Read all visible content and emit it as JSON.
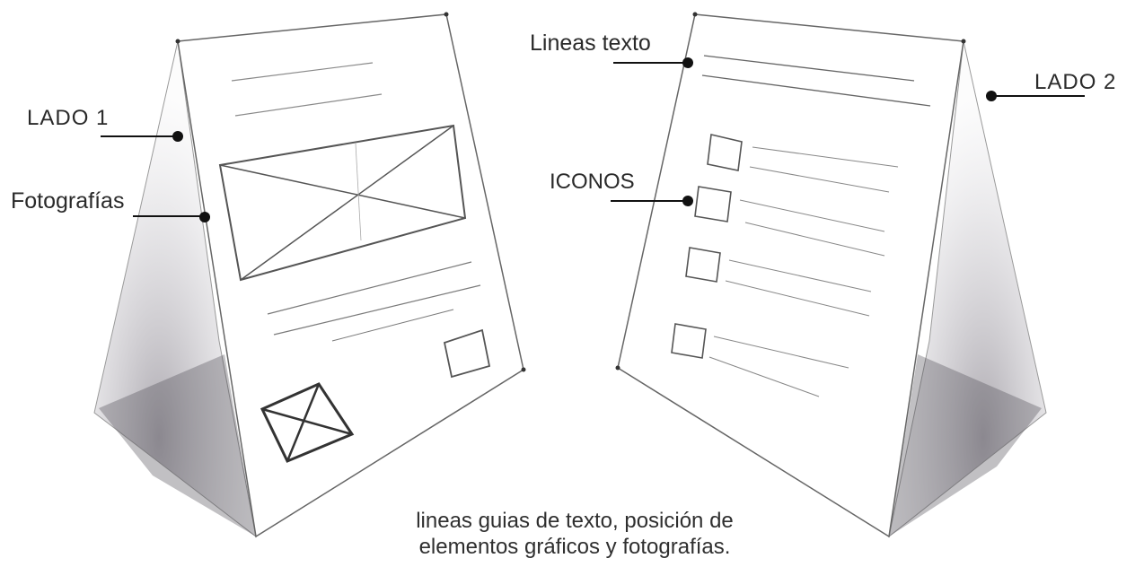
{
  "labels": {
    "side1": "LADO 1",
    "photos": "Fotografías",
    "text_lines": "Lineas texto",
    "icons": "ICONOS",
    "side2": "LADO 2"
  },
  "caption": {
    "line1": "lineas guias de texto, posición de",
    "line2": "elementos gráficos y fotografías."
  }
}
